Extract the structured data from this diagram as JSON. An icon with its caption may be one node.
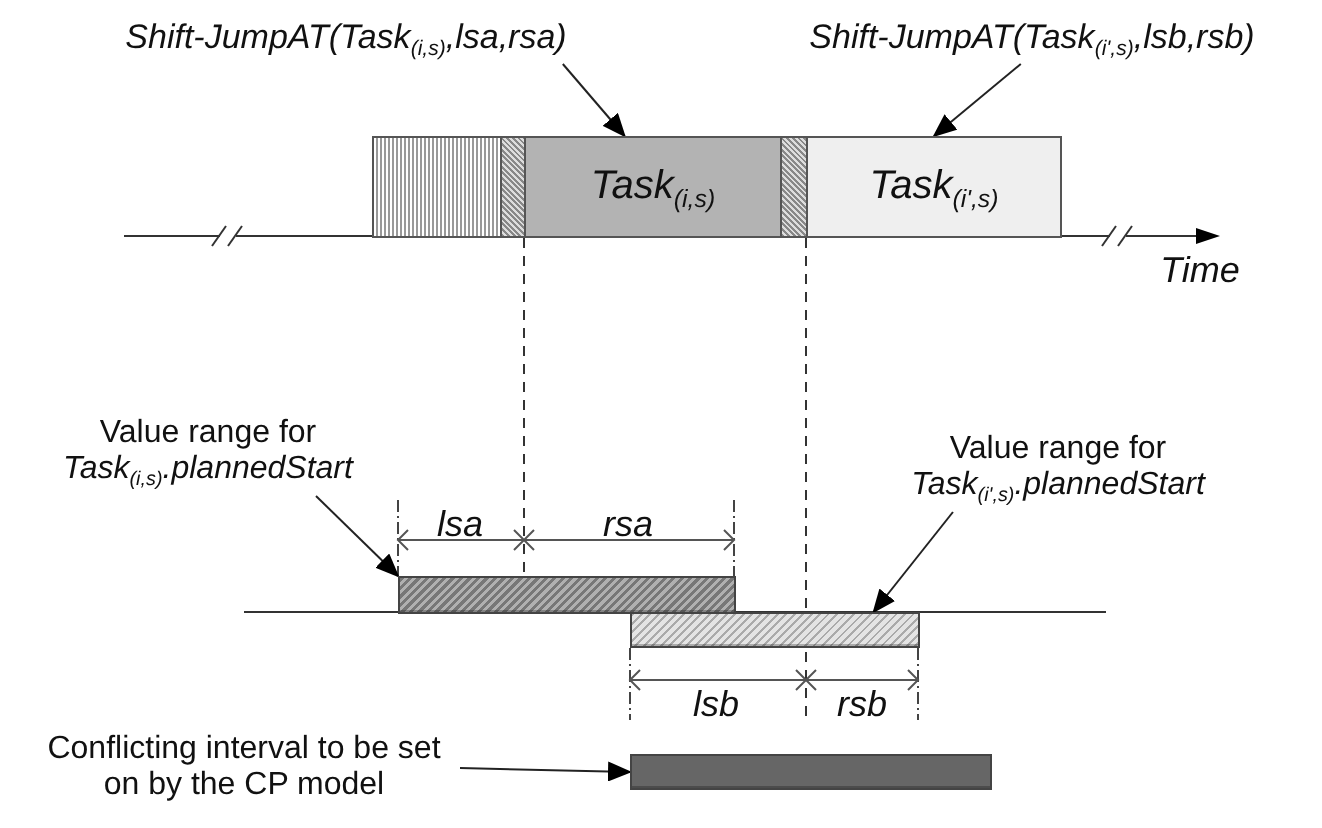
{
  "diagram": {
    "nodes": [
      {
        "text": [
          "Shift-JumpAT(Task$_{(i,s)}$,lsa,rsa)"
        ]
      },
      {
        "text": [
          "Shift-JumpAT(Task$_{(i',s)}$,lsb,rsb)"
        ]
      },
      {
        "text": [],
        "shape": "box"
      },
      {
        "text": [],
        "shape": "box"
      },
      {
        "text": [
          "Task$_{(i,s)}$"
        ]
      },
      {
        "text": [],
        "shape": "box"
      },
      {
        "text": [
          "Task$_{(i',s)}$"
        ]
      },
      {
        "text": [
          "Value range for *Task*$_{(i,s)}$*.plannedStart*"
        ]
      },
      {
        "text": [
          "Value range for *Task*$_{(i',s)}$*.plannedStart*"
        ]
      },
      {
        "text": [],
        "shape": "bar"
      },
      {
        "text": [],
        "shape": "bar"
      },
      {
        "text": [
          "Conflicting interval to be set on by the CP model"
        ]
      },
      {
        "text": [],
        "shape": "bar"
      }
    ],
    "edges": [
      {
        "from": 0,
        "to": 4,
        "arrow": "to"
      },
      {
        "from": 1,
        "to": 6,
        "arrow": "to"
      },
      {
        "from": 7,
        "to": 9,
        "arrow": "to"
      },
      {
        "from": 8,
        "to": 10,
        "arrow": "to"
      },
      {
        "from": 11,
        "to": 12,
        "arrow": "to"
      }
    ],
    "labels": [
      "Time",
      "lsa",
      "rsa",
      "lsb",
      "rsb"
    ]
  }
}
